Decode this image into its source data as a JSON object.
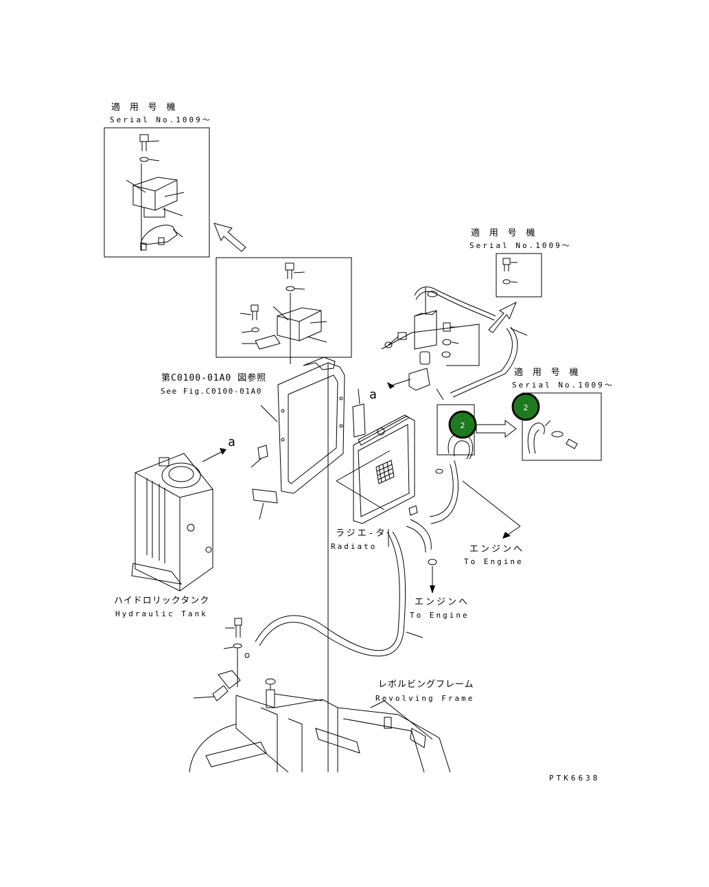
{
  "labels": {
    "serial_top_ja": "適 用 号 機",
    "serial_top_en": "Serial No.1009～",
    "serial_right_ja": "適 用 号 機",
    "serial_right_en": "Serial No.1009～",
    "serial_far_ja": "適 用 号 機",
    "serial_far_en": "Serial No.1009～",
    "see_fig_ja": "第C0100-01A0 図参照",
    "see_fig_en": "See Fig.C0100-01A0",
    "mark_a_upper": "a",
    "mark_a_lower": "a",
    "radiator_ja": "ラジエ-タ",
    "radiator_en": "Radiato",
    "to_engine_1_ja": "エンジンへ",
    "to_engine_1_en": "To Engine",
    "to_engine_2_ja": "エンジンへ",
    "to_engine_2_en": "To Engine",
    "tank_ja": "ハイドロリックタンク",
    "tank_en": "Hydraulic Tank",
    "frame_ja": "レボルビングフレーム",
    "frame_en": "Revolving Frame",
    "drawing_code": "PTK6638"
  },
  "callouts": [
    {
      "id": "callout-2-hose",
      "text": "2"
    },
    {
      "id": "callout-2-detail",
      "text": "2"
    }
  ],
  "colors": {
    "callout_fill": "#1e7a1e",
    "callout_ring": "#0a0a0a",
    "line": "#000000"
  }
}
